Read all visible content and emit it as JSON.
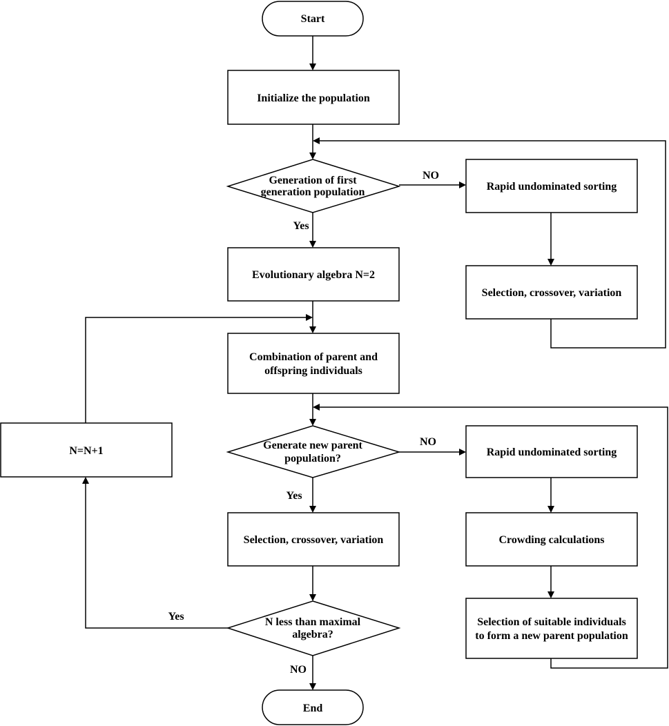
{
  "nodes": {
    "start": {
      "label": "Start"
    },
    "init_population": {
      "label": "Initialize the population"
    },
    "first_generation_check": {
      "line1": "Generation of first",
      "line2": "generation population"
    },
    "evolutionary_algebra": {
      "label": "Evolutionary algebra N=2"
    },
    "combination": {
      "line1": "Combination of parent and",
      "line2": "offspring individuals"
    },
    "new_parent_check": {
      "line1": "Generate new parent",
      "line2": "population?"
    },
    "selection_main": {
      "label": "Selection, crossover, variation"
    },
    "max_check": {
      "line1": "N less than maximal",
      "line2": "algebra?"
    },
    "end": {
      "label": "End"
    },
    "n_increment": {
      "label": "N=N+1"
    },
    "rapid_sorting_top": {
      "label": "Rapid undominated sorting"
    },
    "selection_top": {
      "label": "Selection, crossover, variation"
    },
    "rapid_sorting_bottom": {
      "label": "Rapid undominated sorting"
    },
    "crowding": {
      "label": "Crowding calculations"
    },
    "selection_suitable": {
      "line1": "Selection of suitable individuals",
      "line2": "to form a new parent population"
    }
  },
  "edge_labels": {
    "first_no": "NO",
    "first_yes": "Yes",
    "parent_no": "NO",
    "parent_yes": "Yes",
    "max_yes": "Yes",
    "max_no": "NO"
  }
}
